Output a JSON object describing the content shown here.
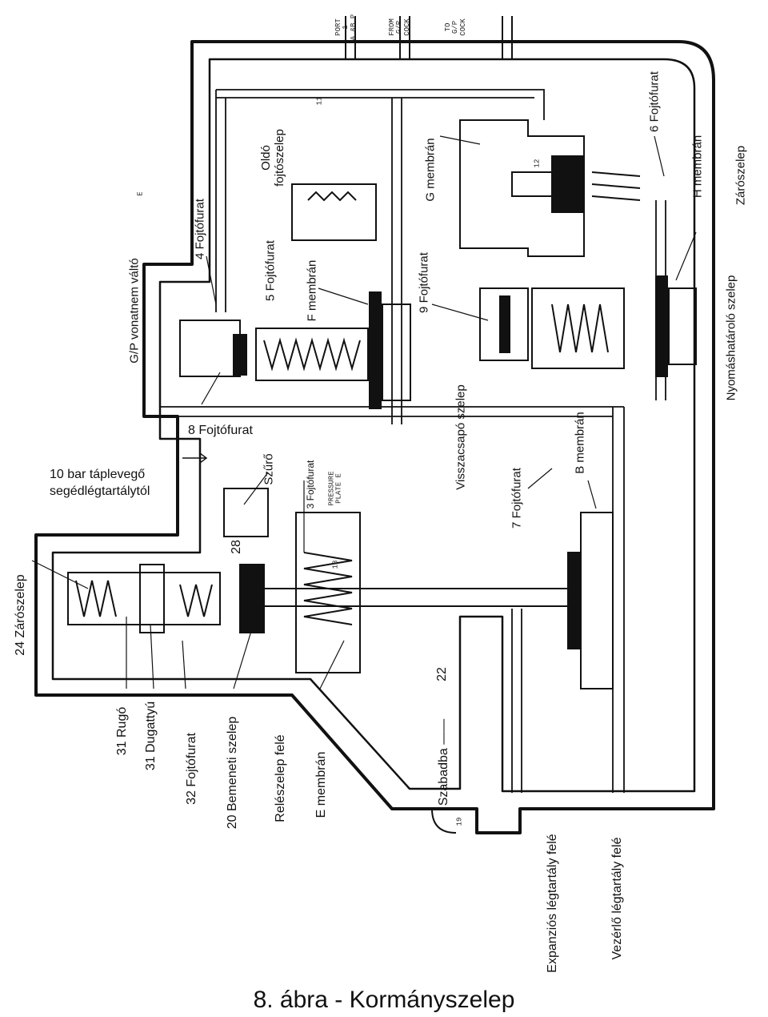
{
  "caption": "8. ábra - Kormányszelep",
  "labels": {
    "gp_vonatnem_valto": "G/P vonatnem váltó",
    "fojtofurat_4": "4 Fojtófurat",
    "fojtofurat_5": "5 Fojtófurat",
    "oldo_fojtoszelep_line1": "Oldó",
    "oldo_fojtoszelep_line2": "fojtószelep",
    "f_membran": "F membrán",
    "fojtofurat_9": "9 Fojtófurat",
    "g_membran": "G membrán",
    "fojtofurat_6": "6 Fojtófurat",
    "h_membran": "H membrán",
    "zaroszelep": "Zárószelep",
    "nyomashatarolo_szelep": "Nyomáshatároló szelep",
    "fojtofurat_8": "8 Fojtófurat",
    "taplevego_line1": "10 bar táplevegő",
    "taplevego_line2": "segédlégtartálytól",
    "szuro": "Szűrő",
    "fojtofurat_3": "3 Fojtófurat",
    "visszacsapo_szelep": "Visszacsapó szelep",
    "fojtofurat_7": "7 Fojtófurat",
    "b_membran": "B membrán",
    "num_28": "28",
    "zaroszelep_24": "24 Zárószelep",
    "rugo_31": "31 Rugó",
    "dugattyu_31": "31 Dugattyú",
    "fojtofurat_32": "32 Fojtófurat",
    "bemeneti_szelep_20": "20 Bemeneti szelep",
    "releszelep_fele": "Relészelep felé",
    "e_membran": "E membrán",
    "num_22": "22",
    "szabadba": "Szabadba ——",
    "expanzios_legtartaly_fele": "Expanziós légtartály felé",
    "vezerlo_legtartaly_fele": "Vezérlő légtartály felé"
  },
  "stamps": {
    "port": "PORT\n1\nA.&B.P",
    "from_gp_cock": "FROM\nG/P\nCOCK",
    "to_gp_cock": "TO\nG/P\nCOCK",
    "pressure_plate": "PRESSURE\nPLATE E",
    "num_11": "11",
    "num_12": "12",
    "num_18": "18",
    "num_19": "19",
    "letter_e": "E"
  }
}
